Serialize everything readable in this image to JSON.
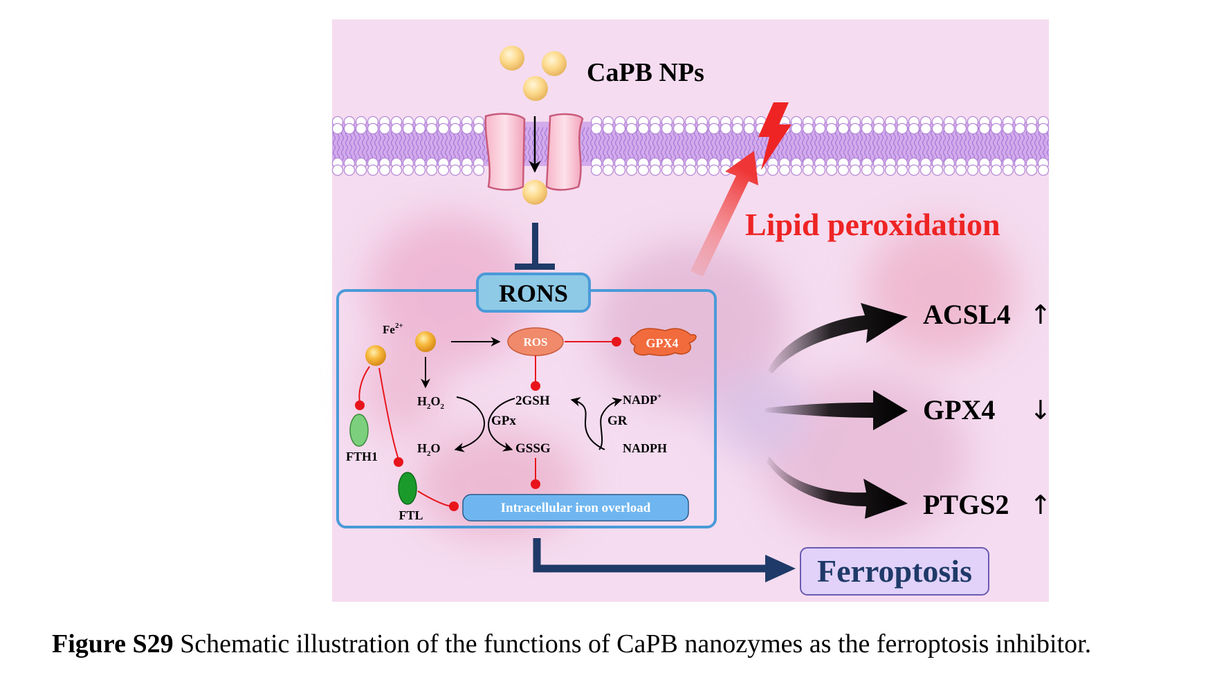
{
  "diagram": {
    "nanoparticles_label": "CaPB NPs",
    "lipid_label": "Lipid peroxidation",
    "rons_label": "RONS",
    "ion_label": "Fe",
    "ion_charge": "2+",
    "ros_label": "ROS",
    "gpx4_blob_label": "GPX4",
    "h2o2": {
      "main": "H",
      "sub1": "2",
      "mid": "O",
      "sub2": "2"
    },
    "h2o": {
      "main": "H",
      "sub1": "2",
      "end": "O"
    },
    "gsh_label": "2GSH",
    "gssg_label": "GSSG",
    "gpx_label": "GPx",
    "gr_label": "GR",
    "nadp_label": "NADP",
    "nadp_sup": "+",
    "nadph_label": "NADPH",
    "fth1_label": "FTH1",
    "ftl_label": "FTL",
    "iron_overload_label": "Intracellular iron overload",
    "ferroptosis_label": "Ferroptosis",
    "markers": [
      {
        "name": "ACSL4",
        "arrow": "↑"
      },
      {
        "name": "GPX4",
        "arrow": "↓"
      },
      {
        "name": "PTGS2",
        "arrow": "↑"
      }
    ],
    "colors": {
      "background": "#f5dcf0",
      "membrane": "#cfa4ea",
      "box_border": "#4a9ad8",
      "rons_fill": "#8ecae6",
      "ros_fill": "#f08a6a",
      "gpx4_fill": "#f26b3d",
      "iron_box": "#6fb6f0",
      "ferroptosis_fill": "#e2d2fa",
      "ferroptosis_text": "#1f3a68",
      "arrow_navy": "#1f3a68",
      "inhibit_red": "#e8141b",
      "lipid_red": "#ee2424",
      "ftl_green": "#1a9a2a",
      "fth1_green": "#7ccf7c"
    }
  },
  "caption": {
    "label": "Figure S29",
    "text": " Schematic illustration of the functions of CaPB nanozymes as the ferroptosis inhibitor."
  }
}
